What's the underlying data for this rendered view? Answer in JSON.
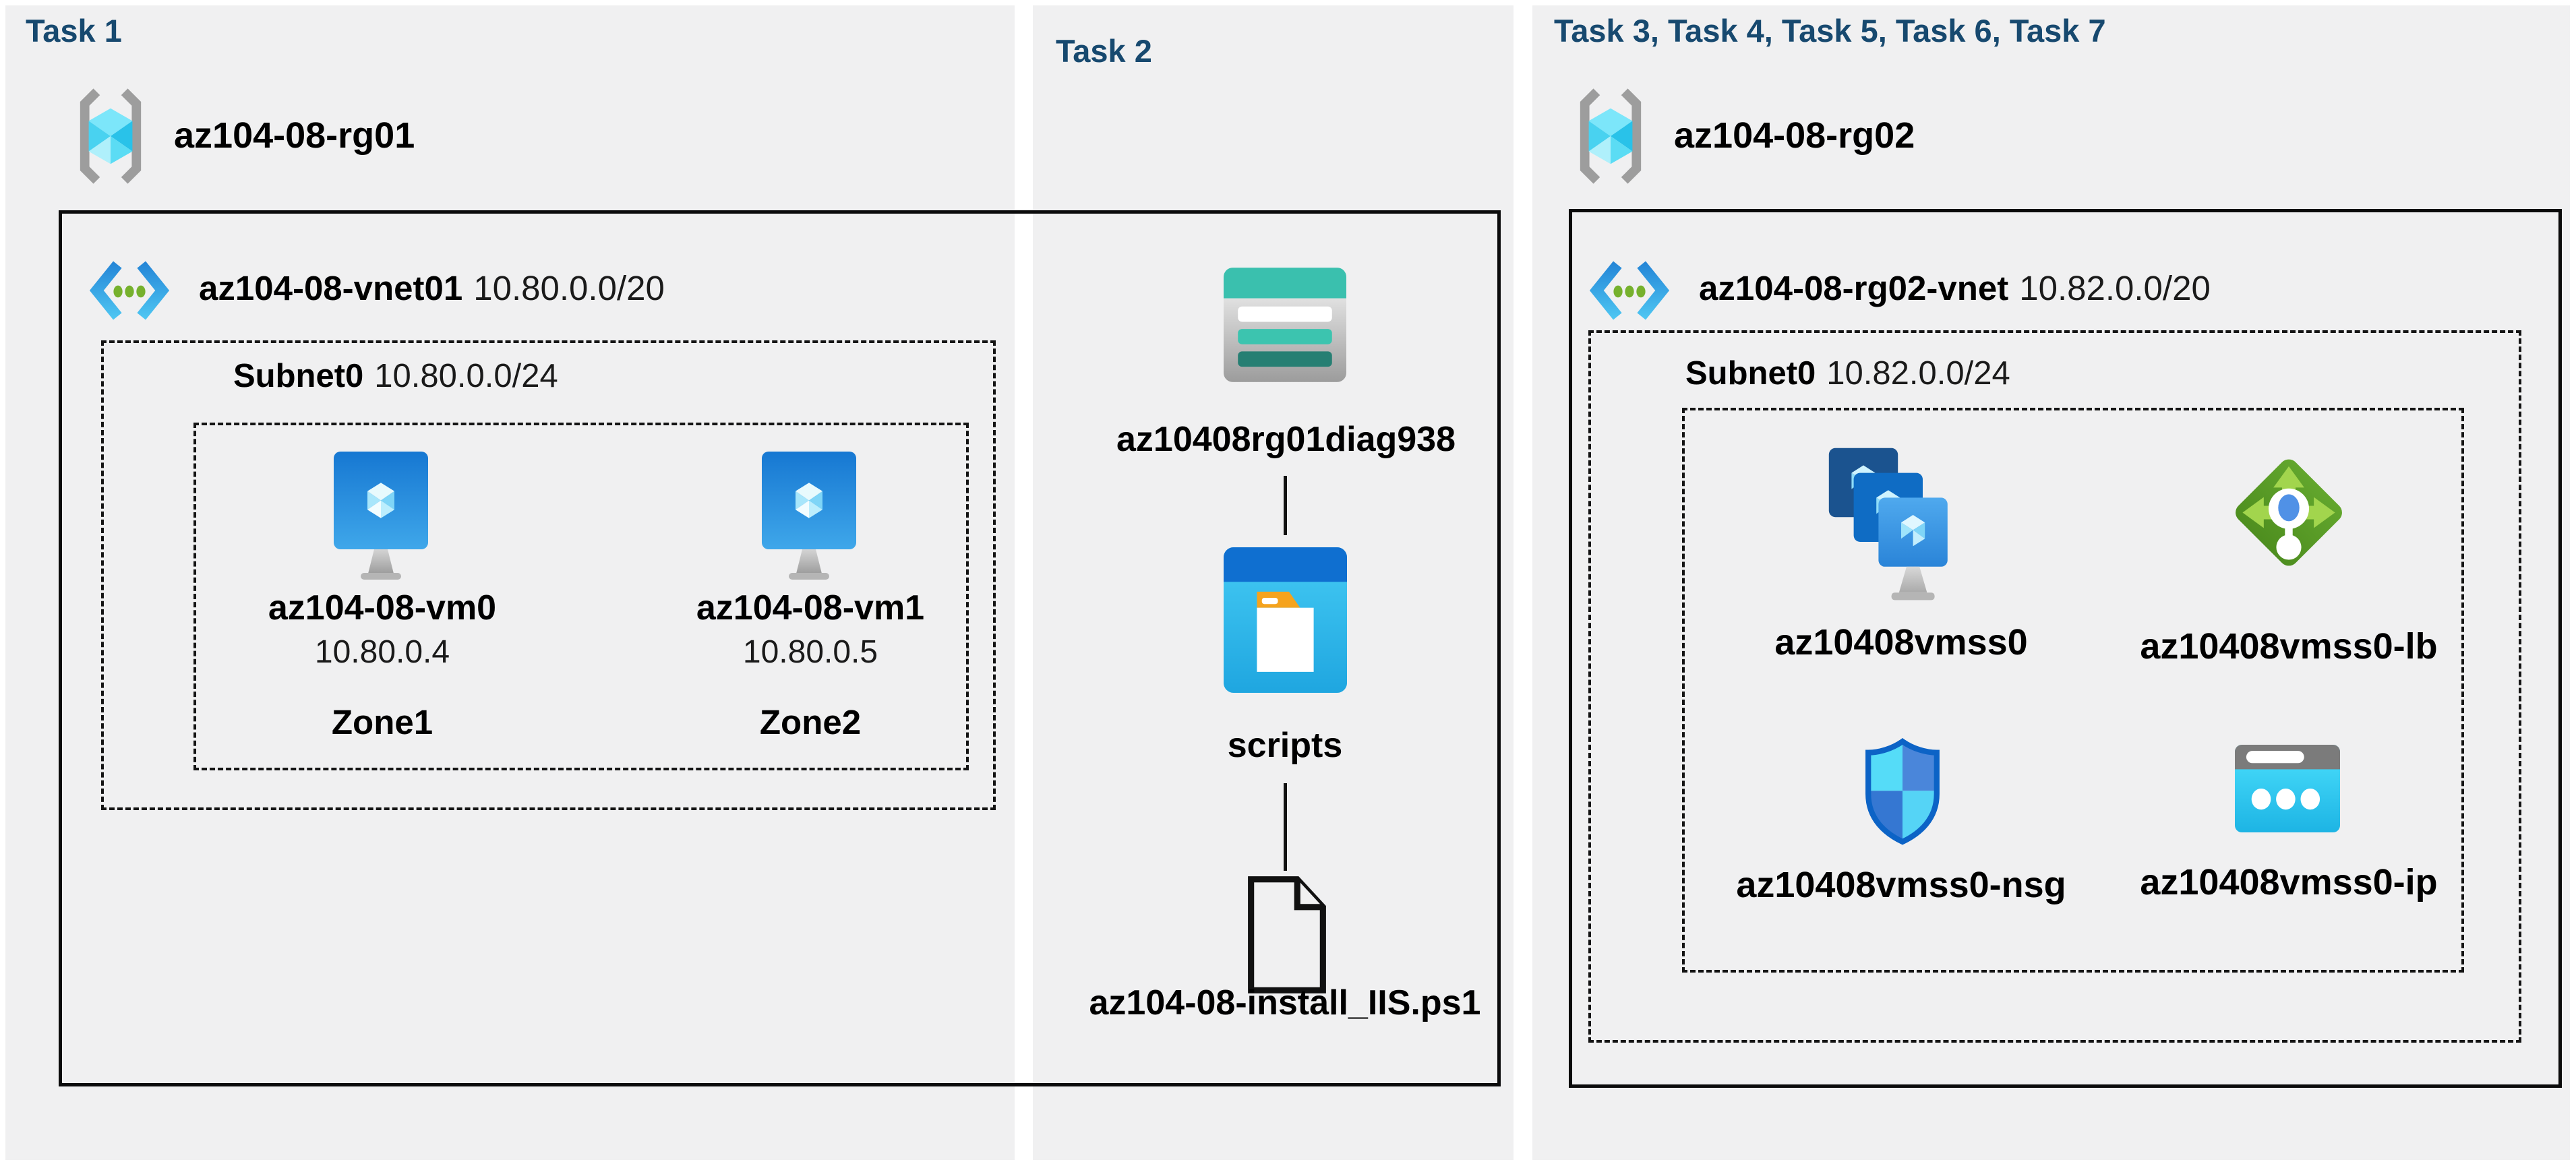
{
  "colors": {
    "background": "#ffffff",
    "panel_background": "#f0f0f1",
    "title_text": "#17496f",
    "diagram_text": "#000000",
    "border": "#0b0b0b"
  },
  "task1": {
    "title": "Task 1",
    "resource_group": {
      "name": "az104-08-rg01",
      "icon": "resource-group-icon"
    },
    "vnet": {
      "name": "az104-08-vnet01",
      "cidr": "10.80.0.0/20",
      "icon": "virtual-network-icon"
    },
    "subnet": {
      "name": "Subnet0",
      "cidr": "10.80.0.0/24"
    },
    "vms": [
      {
        "name": "az104-08-vm0",
        "ip": "10.80.0.4",
        "zone": "Zone1",
        "icon": "virtual-machine-icon"
      },
      {
        "name": "az104-08-vm1",
        "ip": "10.80.0.5",
        "zone": "Zone2",
        "icon": "virtual-machine-icon"
      }
    ]
  },
  "task2": {
    "title": "Task 2",
    "storage_account": {
      "name": "az10408rg01diag938",
      "icon": "storage-account-icon"
    },
    "container": {
      "name": "scripts",
      "icon": "folder-window-icon"
    },
    "script_file": {
      "name": "az104-08-install_IIS.ps1",
      "icon": "document-file-icon"
    }
  },
  "task3": {
    "title": "Task 3, Task 4, Task 5, Task 6, Task 7",
    "resource_group": {
      "name": "az104-08-rg02",
      "icon": "resource-group-icon"
    },
    "vnet": {
      "name": "az104-08-rg02-vnet",
      "cidr": "10.82.0.0/20",
      "icon": "virtual-network-icon"
    },
    "subnet": {
      "name": "Subnet0",
      "cidr": "10.82.0.0/24"
    },
    "resources": [
      {
        "name": "az10408vmss0",
        "icon": "vm-scale-set-icon"
      },
      {
        "name": "az10408vmss0-lb",
        "icon": "load-balancer-icon"
      },
      {
        "name": "az10408vmss0-nsg",
        "icon": "network-security-group-icon"
      },
      {
        "name": "az10408vmss0-ip",
        "icon": "public-ip-icon"
      }
    ]
  }
}
